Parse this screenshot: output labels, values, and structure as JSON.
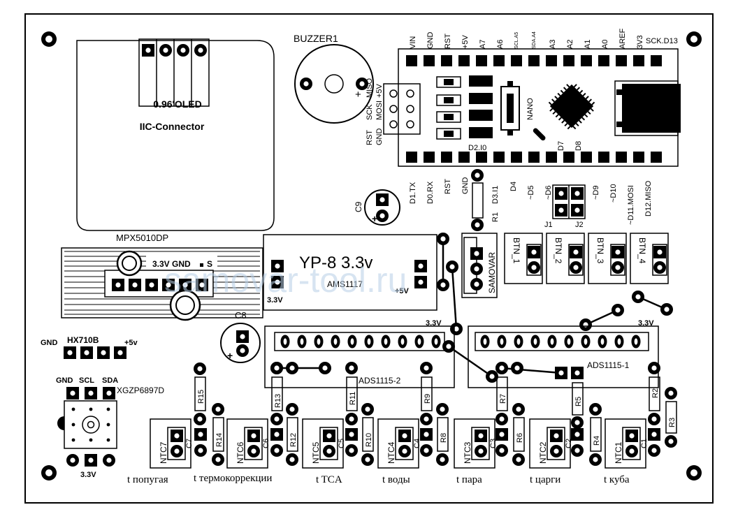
{
  "oled": {
    "title": "0.96'OLED",
    "subtitle": "IIC-Connector"
  },
  "buzzer": "BUZZER1",
  "isp": {
    "top": [
      "MISO",
      "+5V"
    ],
    "mid": [
      "SCK",
      "MOSI"
    ],
    "bot": [
      "RST",
      "GND"
    ]
  },
  "nano": {
    "label": "NANO",
    "top_pins": [
      "VIN",
      "GND",
      "RST",
      "+5V",
      "A7",
      "A6",
      "SCL.A5",
      "SDA.A4",
      "A3",
      "A2",
      "A1",
      "A0",
      "AREF",
      "3V3"
    ],
    "top_right": "SCK.D13",
    "bottom_pins": [
      "D1.TX",
      "D0.RX",
      "RST",
      "GND",
      "D2.I0",
      "D3.I1",
      "D4",
      "~D5",
      "~D6",
      "D7",
      "D8",
      "~D9",
      "~D10",
      "~D11.MOSI",
      "D12.MISO"
    ]
  },
  "r1": "R1",
  "c9": "C9",
  "jumpers": [
    "J1",
    "J2"
  ],
  "mpx": {
    "label": "MPX5010DP",
    "pins": "3.3V GND",
    "s": "S"
  },
  "yp8": {
    "title": "YP-8 3.3v",
    "chip": "AMS1117",
    "left": "3.3V",
    "right": "+5V"
  },
  "samovar": "SAMOVAR",
  "buttons": [
    "BTN_1",
    "BTN_2",
    "BTN_3",
    "BTN_4"
  ],
  "c8": "C8",
  "hx": {
    "gnd": "GND",
    "name": "HX710B",
    "vcc": "+5v"
  },
  "xgzp": {
    "gnd": "GND",
    "scl": "SCL",
    "sda": "SDA",
    "name": "XGZP6897D",
    "vcc": "3.3V"
  },
  "ads": {
    "left": "ADS1115-2",
    "right": "ADS1115-1",
    "v": "3.3V"
  },
  "resistors": [
    "R15",
    "R14",
    "R13",
    "R12",
    "R11",
    "R10",
    "R9",
    "R8",
    "R7",
    "R6",
    "R5",
    "R4",
    "R2",
    "R3"
  ],
  "ntc": [
    {
      "name": "NTC7",
      "cap": "C7",
      "caption": "t попугая"
    },
    {
      "name": "NTC6",
      "cap": "C6",
      "caption": "t термокоррекции"
    },
    {
      "name": "NTC5",
      "cap": "C5",
      "caption": "t TCA"
    },
    {
      "name": "NTC4",
      "cap": "C4",
      "caption": "t воды"
    },
    {
      "name": "NTC3",
      "cap": "C3",
      "caption": "t пара"
    },
    {
      "name": "NTC2",
      "cap": "C2",
      "caption": "t царги"
    },
    {
      "name": "NTC1",
      "cap": "C1",
      "caption": "t куба"
    }
  ],
  "watermark": "samovar-tool.ru",
  "colors": {
    "ink": "#000000",
    "background": "#ffffff",
    "watermark": "#b8cfe6"
  }
}
